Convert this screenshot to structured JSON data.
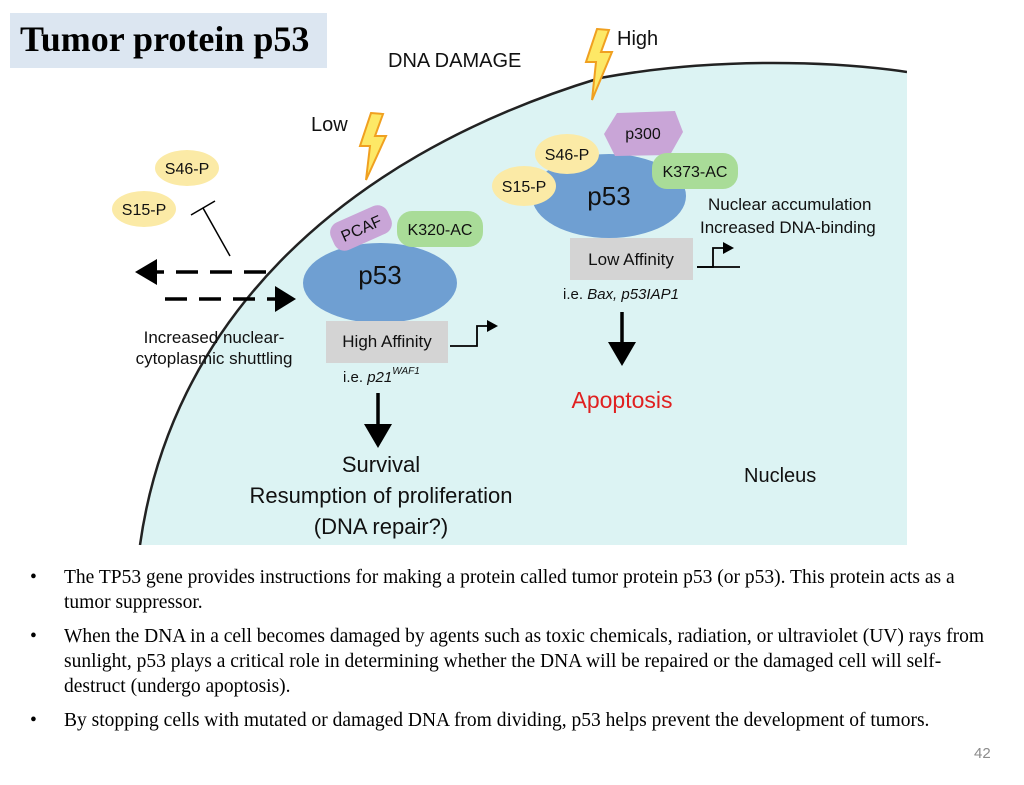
{
  "slide": {
    "title": "Tumor protein p53",
    "page_number": "42"
  },
  "diagram": {
    "dna_damage": "DNA DAMAGE",
    "low": "Low",
    "high": "High",
    "nucleus": "Nucleus",
    "left": {
      "s46p": "S46-P",
      "s15p": "S15-P",
      "shuttling_line1": "Increased nuclear-",
      "shuttling_line2": "cytoplasmic shuttling"
    },
    "low_path": {
      "pcaf": "PCAF",
      "k320": "K320-AC",
      "p53": "p53",
      "affinity": "High Affinity",
      "ie": "i.e. ",
      "gene": "p21",
      "gene_sup": "WAF1",
      "outcome_line1": "Survival",
      "outcome_line2": "Resumption of proliferation",
      "outcome_line3": "(DNA repair?)"
    },
    "high_path": {
      "p300": "p300",
      "s46p": "S46-P",
      "s15p": "S15-P",
      "k373": "K373-AC",
      "p53": "p53",
      "affinity": "Low Affinity",
      "ie": "i.e. ",
      "genes": "Bax, p53IAP1",
      "note_line1": "Nuclear accumulation",
      "note_line2": "Increased DNA-binding",
      "outcome": "Apoptosis"
    }
  },
  "bullets": [
    "The TP53 gene provides instructions for making a protein called tumor protein p53 (or p53). This protein acts as a tumor suppressor.",
    "When the DNA in a cell becomes damaged by agents such as toxic chemicals, radiation, or ultraviolet (UV) rays from sunlight, p53 plays a critical role in determining whether the DNA will be repaired or the damaged cell will self-destruct (undergo apoptosis).",
    "By stopping cells with mutated or damaged DNA from dividing, p53 helps prevent the development of tumors."
  ],
  "bullet_symbol": "•",
  "colors": {
    "nucleus_fill": "#dcf3f3",
    "p53_blue": "#6f9fd2",
    "phospho_yellow": "#fbeaa6",
    "acetyl_green": "#a9dc98",
    "cofactor_purple": "#c9a5d7",
    "affinity_gray": "#d4d4d4",
    "apoptosis_red": "#e02020",
    "lightning_yellow": "#fde866",
    "lightning_orange": "#f0a020",
    "title_bg": "#dce6f1"
  }
}
